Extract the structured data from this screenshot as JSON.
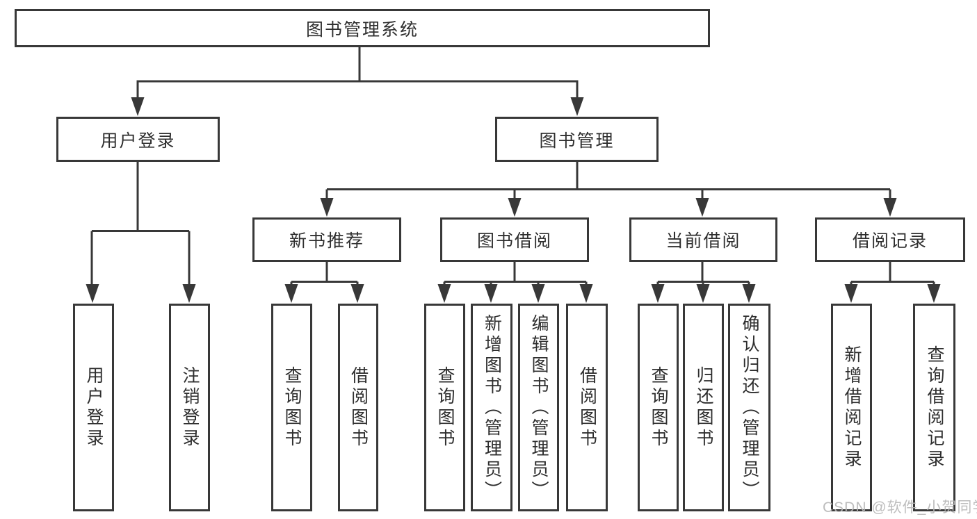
{
  "diagram": {
    "title": "图书管理系统",
    "root": {
      "label": "图书管理系统"
    },
    "branches": [
      {
        "label": "用户登录",
        "children": [
          {
            "label": "用户登录"
          },
          {
            "label": "注销登录"
          }
        ]
      },
      {
        "label": "图书管理",
        "sections": [
          {
            "label": "新书推荐",
            "children": [
              {
                "label": "查询图书"
              },
              {
                "label": "借阅图书"
              }
            ]
          },
          {
            "label": "图书借阅",
            "children": [
              {
                "label": "查询图书"
              },
              {
                "label": "新增图书（管理员）"
              },
              {
                "label": "编辑图书（管理员）"
              },
              {
                "label": "借阅图书"
              }
            ]
          },
          {
            "label": "当前借阅",
            "children": [
              {
                "label": "查询图书"
              },
              {
                "label": "归还图书"
              },
              {
                "label": "确认归还（管理员）"
              }
            ]
          },
          {
            "label": "借阅记录",
            "children": [
              {
                "label": "新增借阅记录"
              },
              {
                "label": "查询借阅记录"
              }
            ]
          }
        ]
      }
    ]
  },
  "watermark": {
    "text": "CSDN @软件_小贺同学"
  },
  "colors": {
    "line": "#383838",
    "box_border": "#383838",
    "text": "#2e2e2e",
    "background": "#ffffff",
    "watermark": "#b7b7b7"
  }
}
